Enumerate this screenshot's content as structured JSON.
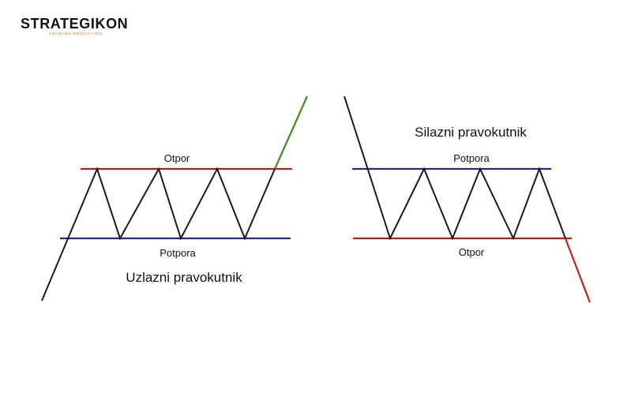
{
  "logo": {
    "name": "STRATEGIKON",
    "tagline": "TRADING EDUCATION"
  },
  "left_pattern": {
    "title": "Uzlazni pravokutnik",
    "resistance_label": "Otpor",
    "support_label": "Potpora"
  },
  "right_pattern": {
    "title": "Silazni pravokutnik",
    "support_label": "Potpora",
    "resistance_label": "Otpor"
  },
  "colors": {
    "resistance": "#b01e1e",
    "support": "#1f2a8c",
    "price": "#1a1a1a",
    "breakout_up": "#3f8a1f",
    "breakout_down": "#c0201c"
  }
}
